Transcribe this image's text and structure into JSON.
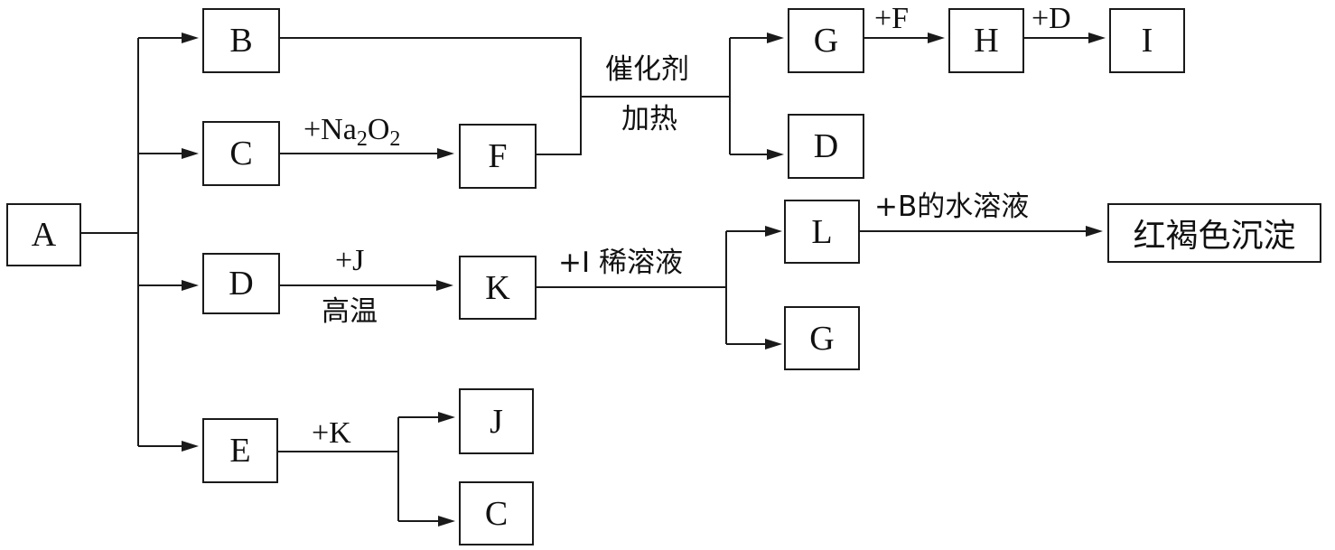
{
  "nodes": {
    "A": "A",
    "B": "B",
    "C_top": "C",
    "F": "F",
    "G_top": "G",
    "H": "H",
    "I": "I",
    "D_right": "D",
    "D_left": "D",
    "K": "K",
    "L": "L",
    "G_mid": "G",
    "E": "E",
    "J": "J",
    "C_bottom": "C",
    "precipitate": "红褐色沉淀"
  },
  "labels": {
    "plus_na2o2_prefix": "+Na",
    "na2o2_sub1": "2",
    "na2o2_o": "O",
    "na2o2_sub2": "2",
    "catalyst": "催化剂",
    "heating": "加热",
    "plus_f": "+F",
    "plus_d": "+D",
    "plus_j": "+J",
    "high_temp": "高温",
    "plus_i_dilute": "+I 稀溶液",
    "plus_b_aqueous": "+B的水溶液",
    "plus_k": "+K"
  }
}
